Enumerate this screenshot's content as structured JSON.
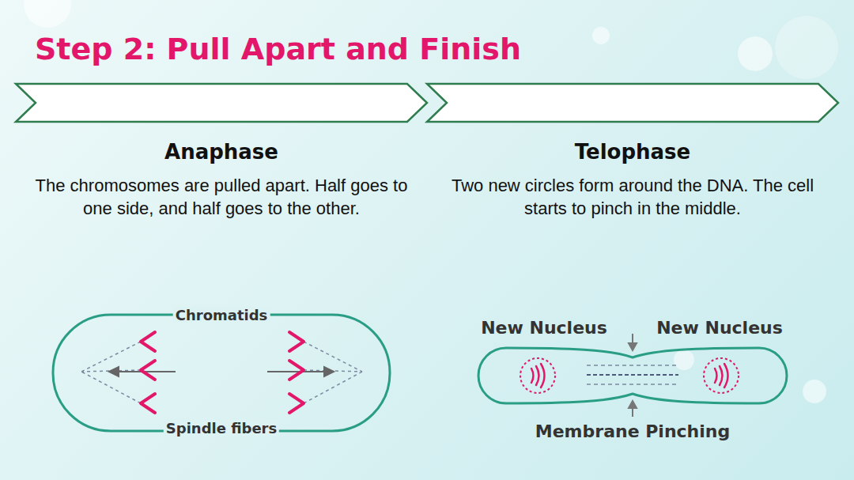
{
  "diagram": {
    "title": "Step 2: Pull Apart and Finish",
    "labels": [
      "Anaphase",
      "The chromosomes are pulled apart. Half goes to one side, and half goes to the other.",
      "Telophase",
      "Two new circles form around the DNA. The cell starts to pinch in the middle.",
      "Chromatids",
      "Spindle fibers",
      "New Nucleus",
      "New Nucleus",
      "Membrane Pinching"
    ]
  }
}
